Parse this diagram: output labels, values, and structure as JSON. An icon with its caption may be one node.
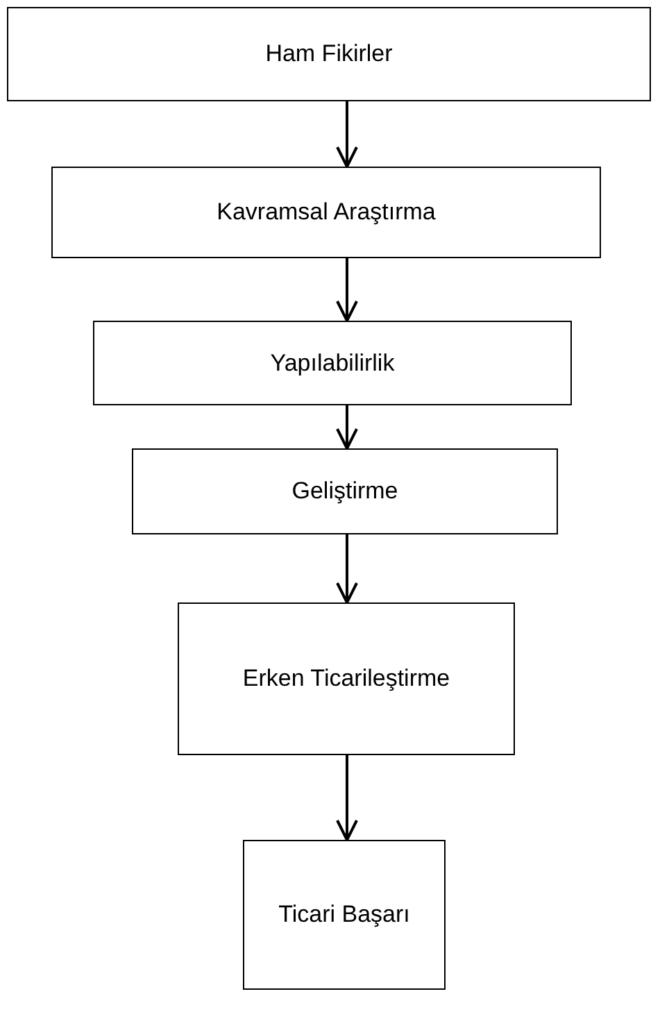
{
  "diagram": {
    "nodes": [
      {
        "text": [
          "Ham Fikirler"
        ]
      },
      {
        "text": [
          "Kavramsal Araştırma"
        ]
      },
      {
        "text": [
          "Yapılabilirlik"
        ]
      },
      {
        "text": [
          "Geliştirme"
        ]
      },
      {
        "text": [
          "Erken Ticarileştirme"
        ]
      },
      {
        "text": [
          "Ticari Başarı"
        ]
      }
    ],
    "edges": [
      {
        "from": 0,
        "to": 1,
        "arrow": "to"
      },
      {
        "from": 1,
        "to": 2,
        "arrow": "to"
      },
      {
        "from": 2,
        "to": 3,
        "arrow": "to"
      },
      {
        "from": 3,
        "to": 4,
        "arrow": "to"
      },
      {
        "from": 4,
        "to": 5,
        "arrow": "to"
      }
    ]
  }
}
